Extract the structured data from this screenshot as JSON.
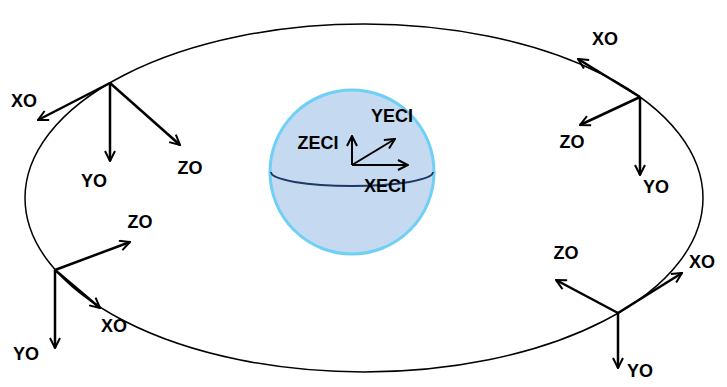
{
  "diagram": {
    "labels": [
      "XO",
      "YO",
      "ZO",
      "XO",
      "ZO",
      "YO",
      "ZO",
      "XO",
      "YO",
      "ZO",
      "XO",
      "YO",
      "ZECI",
      "YECI",
      "XECI"
    ]
  }
}
